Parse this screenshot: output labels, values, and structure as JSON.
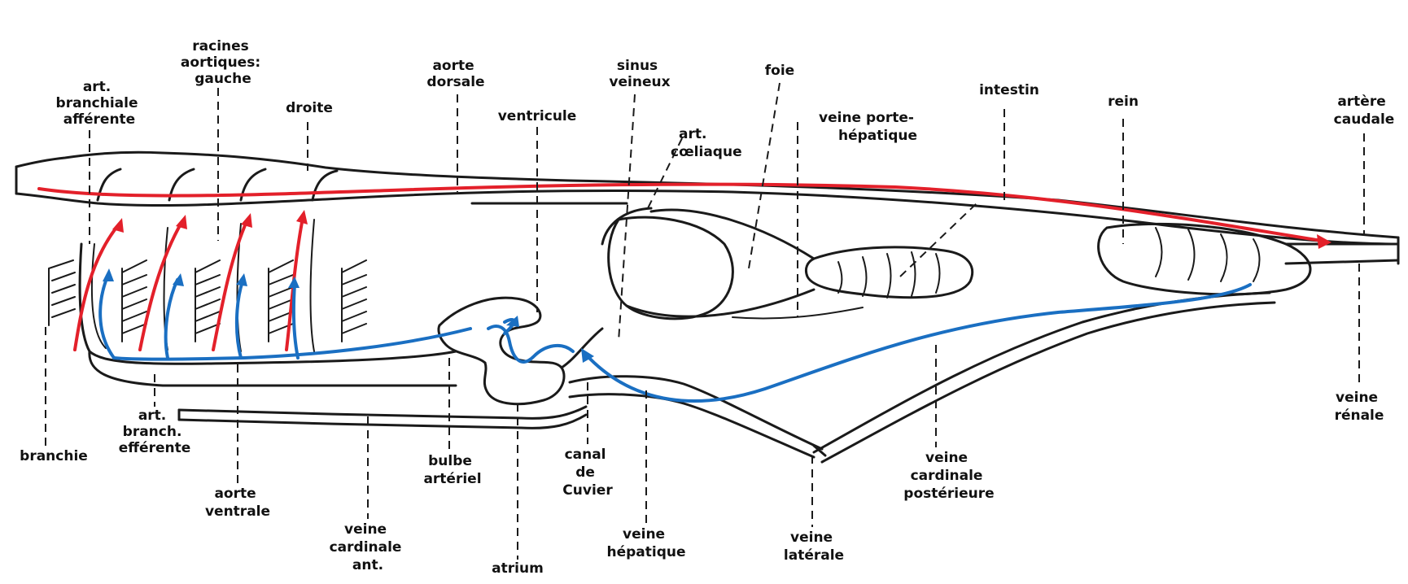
{
  "colors": {
    "oxygenated": "#e3202a",
    "deoxygenated": "#1a6fc2",
    "ink": "#1a1a1a",
    "background": "#ffffff"
  },
  "labels": {
    "racines_aortiques": [
      "racines",
      "aortiques:",
      "gauche"
    ],
    "droite": "droite",
    "art_branchiale_afferente": [
      "art.",
      "branchiale",
      "afférente"
    ],
    "aorte_dorsale": [
      "aorte",
      "dorsale"
    ],
    "ventricule": "ventricule",
    "sinus_veineux": [
      "sinus",
      "veineux"
    ],
    "art_coeliaque": [
      "art.",
      "cœliaque"
    ],
    "foie": "foie",
    "veine_porte_hepatique": [
      "veine porte-",
      "hépatique"
    ],
    "intestin": "intestin",
    "rein": "rein",
    "artere_caudale": [
      "artère",
      "caudale"
    ],
    "veine_renale": [
      "veine",
      "rénale"
    ],
    "branchie": "branchie",
    "art_branch_efferente": [
      "art.",
      "branch.",
      "efférente"
    ],
    "aorte_ventrale": [
      "aorte",
      "ventrale"
    ],
    "veine_cardinale_ant": [
      "veine",
      "cardinale",
      "ant."
    ],
    "bulbe_arteriel": [
      "bulbe",
      "artériel"
    ],
    "atrium": "atrium",
    "canal_de_cuvier": [
      "canal",
      "de",
      "Cuvier"
    ],
    "veine_hepatique": [
      "veine",
      "hépatique"
    ],
    "veine_laterale": [
      "veine",
      "latérale"
    ],
    "veine_cardinale_posterieure": [
      "veine",
      "cardinale",
      "postérieure"
    ]
  }
}
